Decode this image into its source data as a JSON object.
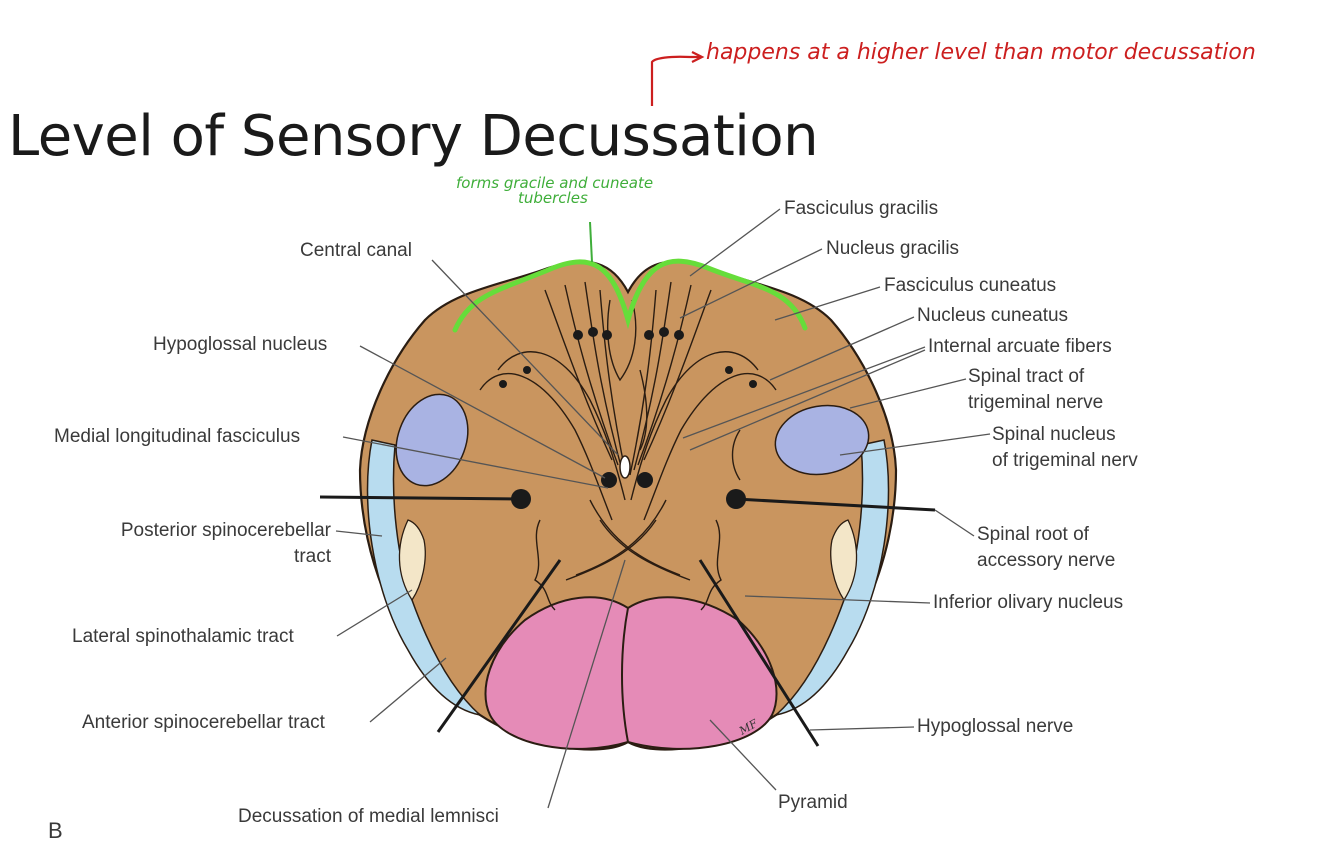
{
  "title": "Level of Sensory Decussation",
  "annotations": {
    "red_note": "happens at a higher level than motor decussation",
    "green_note_line1": "forms gracile and cuneate",
    "green_note_line2": "tubercles"
  },
  "labels": {
    "central_canal": "Central canal",
    "hypoglossal_nucleus": "Hypoglossal nucleus",
    "medial_longitudinal_fasciculus": "Medial longitudinal fasciculus",
    "posterior_spinocerebellar_1": "Posterior spinocerebellar",
    "posterior_spinocerebellar_2": "tract",
    "lateral_spinothalamic": "Lateral spinothalamic tract",
    "anterior_spinocerebellar": "Anterior spinocerebellar tract",
    "decussation_medial_lemnisci": "Decussation of medial lemnisci",
    "fasciculus_gracilis": "Fasciculus gracilis",
    "nucleus_gracilis": "Nucleus gracilis",
    "fasciculus_cuneatus": "Fasciculus cuneatus",
    "nucleus_cuneatus": "Nucleus cuneatus",
    "internal_arcuate_fibers": "Internal arcuate fibers",
    "spinal_tract_trigeminal_1": "Spinal tract of",
    "spinal_tract_trigeminal_2": "trigeminal nerve",
    "spinal_nucleus_trigeminal_1": "Spinal nucleus",
    "spinal_nucleus_trigeminal_2": "of trigeminal nerv",
    "spinal_root_accessory_1": "Spinal root of",
    "spinal_root_accessory_2": "accessory nerve",
    "inferior_olivary_nucleus": "Inferior olivary nucleus",
    "hypoglossal_nerve": "Hypoglossal nerve",
    "pyramid": "Pyramid",
    "corner_letter": "B",
    "signature": "MF"
  },
  "colors": {
    "brainstem": "#c9955f",
    "pyramid": "#e58bb7",
    "trigeminal_nucleus": "#a9b3e3",
    "spinocerebellar": "#b8dcef",
    "spinothalamic": "#f3e6c8",
    "green_annotation": "#66dd3a",
    "red_annotation": "#cc1f1f"
  }
}
